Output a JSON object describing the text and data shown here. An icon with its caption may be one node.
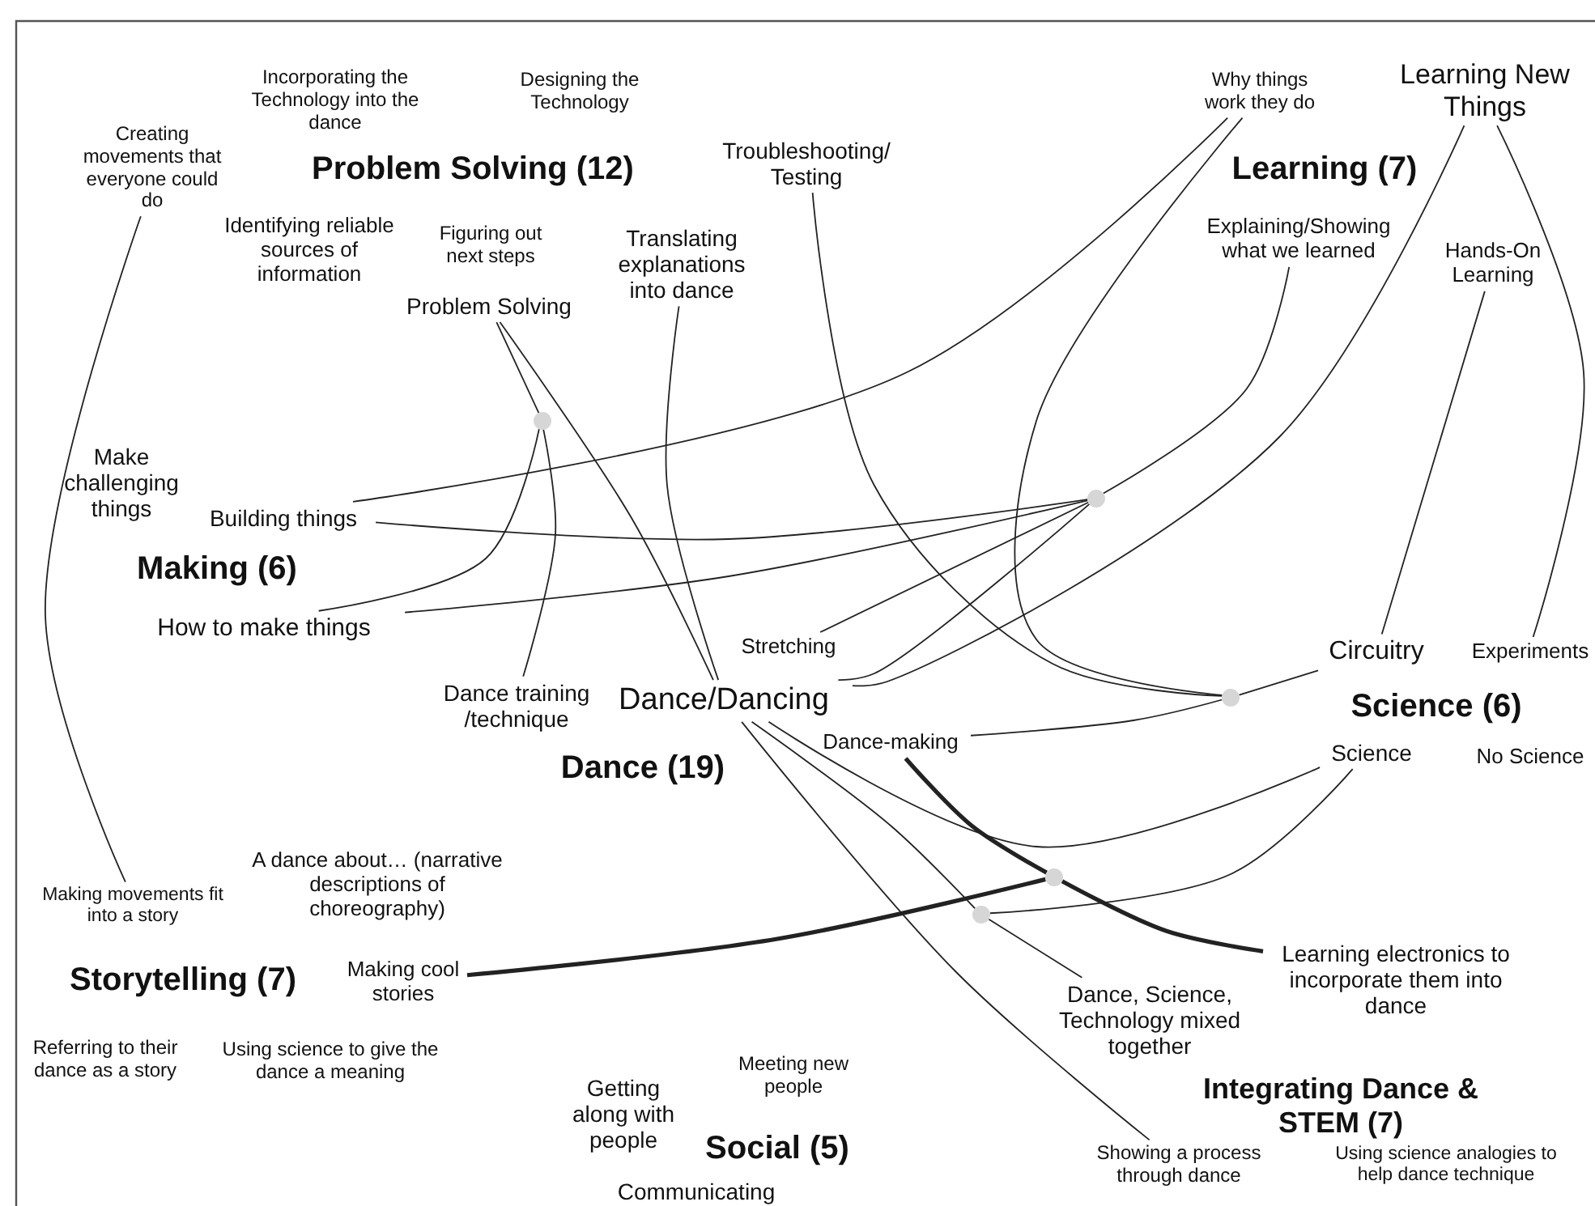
{
  "diagram": {
    "nodes": [
      {
        "text": [
          "Creating movements that everyone could do"
        ]
      },
      {
        "text": [
          "Problem Solving"
        ]
      },
      {
        "text": [
          "Translating explanations into dance"
        ]
      },
      {
        "text": [
          "Troubleshooting/ Testing"
        ]
      },
      {
        "text": [
          "Why things work they do"
        ]
      },
      {
        "text": [
          "Learning New Things"
        ]
      },
      {
        "text": [
          "Explaining/Showing what we learned"
        ]
      },
      {
        "text": [
          "Hands-On Learning"
        ]
      },
      {
        "text": [
          "Building things"
        ]
      },
      {
        "text": [
          "How to make things"
        ]
      },
      {
        "text": [
          "Stretching"
        ]
      },
      {
        "text": [
          "Dance training /technique"
        ]
      },
      {
        "text": [
          "Dance/Dancing"
        ]
      },
      {
        "text": [
          "Circuitry"
        ]
      },
      {
        "text": [
          "Experiments"
        ]
      },
      {
        "text": [
          "Dance-making"
        ]
      },
      {
        "text": [
          "Science"
        ]
      },
      {
        "text": [
          "Making movements fit into a story"
        ]
      },
      {
        "text": [
          "Making cool stories"
        ]
      },
      {
        "text": [
          "Learning electronics to incorporate them into dance"
        ]
      },
      {
        "text": [
          "Dance, Science, Technology mixed together"
        ]
      },
      {
        "text": [
          "Showing a process through dance"
        ]
      },
      {
        "text": [],
        "shape": "circle"
      },
      {
        "text": [],
        "shape": "circle"
      },
      {
        "text": [],
        "shape": "circle"
      },
      {
        "text": [],
        "shape": "circle"
      },
      {
        "text": [],
        "shape": "circle"
      }
    ],
    "edges": [
      {
        "from": 0,
        "to": 17,
        "arrow": "none"
      },
      {
        "from": 1,
        "to": 22,
        "arrow": "none"
      },
      {
        "from": 22,
        "to": 9,
        "arrow": "none"
      },
      {
        "from": 22,
        "to": 11,
        "arrow": "none"
      },
      {
        "from": 1,
        "to": 12,
        "arrow": "none"
      },
      {
        "from": 2,
        "to": 12,
        "arrow": "none"
      },
      {
        "from": 3,
        "to": 24,
        "arrow": "none"
      },
      {
        "from": 8,
        "to": 4,
        "arrow": "none"
      },
      {
        "from": 4,
        "to": 24,
        "arrow": "none"
      },
      {
        "from": 8,
        "to": 23,
        "arrow": "none"
      },
      {
        "from": 9,
        "to": 23,
        "arrow": "none"
      },
      {
        "from": 10,
        "to": 23,
        "arrow": "none"
      },
      {
        "from": 12,
        "to": 23,
        "arrow": "none"
      },
      {
        "from": 23,
        "to": 6,
        "arrow": "none"
      },
      {
        "from": 12,
        "to": 5,
        "arrow": "none"
      },
      {
        "from": 7,
        "to": 13,
        "arrow": "none"
      },
      {
        "from": 5,
        "to": 14,
        "arrow": "none"
      },
      {
        "from": 13,
        "to": 24,
        "arrow": "none"
      },
      {
        "from": 15,
        "to": 24,
        "arrow": "none"
      },
      {
        "from": 18,
        "to": 25,
        "arrow": "none",
        "style": "thick"
      },
      {
        "from": 15,
        "to": 25,
        "arrow": "none",
        "style": "thick"
      },
      {
        "from": 25,
        "to": 19,
        "arrow": "none",
        "style": "thick"
      },
      {
        "from": 12,
        "to": 26,
        "arrow": "none"
      },
      {
        "from": 26,
        "to": 20,
        "arrow": "none"
      },
      {
        "from": 16,
        "to": 26,
        "arrow": "none"
      },
      {
        "from": 12,
        "to": 16,
        "arrow": "none"
      },
      {
        "from": 12,
        "to": 21,
        "arrow": "none"
      }
    ],
    "labels": [
      "Incorporating the Technology into the dance",
      "Designing the Technology",
      "Problem Solving (12)",
      "Identifying reliable sources of information",
      "Figuring out next steps",
      "Learning (7)",
      "Make challenging things",
      "Making (6)",
      "Science (6)",
      "No Science",
      "Dance (19)",
      "A dance about… (narrative descriptions of choreography)",
      "Storytelling (7)",
      "Referring to their dance as a story",
      "Using science to give the dance a meaning",
      "Getting along with people",
      "Meeting new people",
      "Social (5)",
      "Communicating",
      "Integrating Dance & STEM (7)",
      "Using science analogies to help dance technique"
    ]
  }
}
